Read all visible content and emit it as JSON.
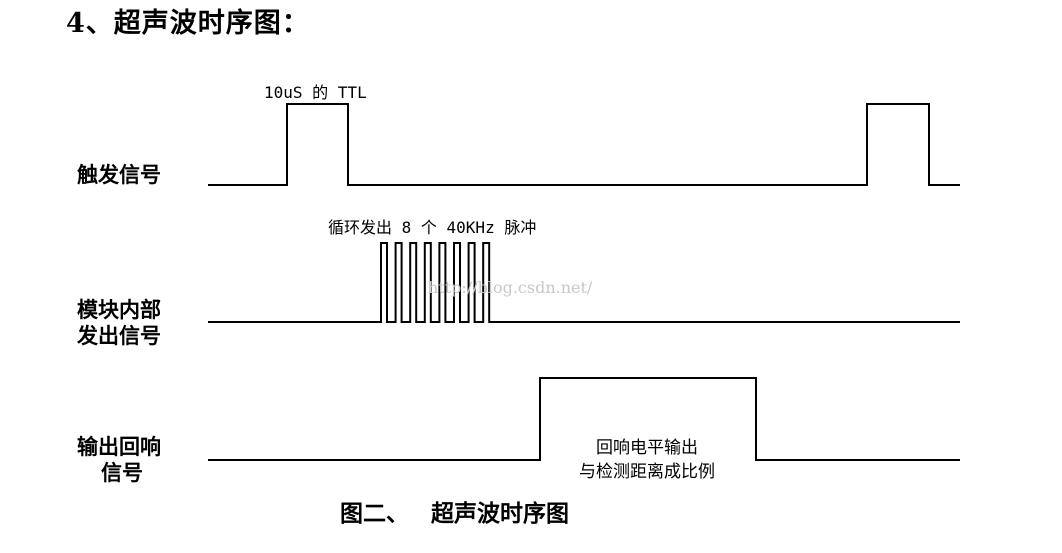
{
  "heading": "4、超声波时序图：",
  "signals": {
    "trigger": {
      "label_lines": [
        "触发信号"
      ]
    },
    "internal": {
      "label_lines": [
        "模块内部",
        "发出信号"
      ]
    },
    "echo": {
      "label_lines": [
        "输出回响",
        "信号"
      ]
    }
  },
  "annotations": {
    "trigger_pulse": "10uS 的 TTL",
    "burst": "循环发出 8 个 40KHz 脉冲",
    "echo_line1": "回响电平输出",
    "echo_line2": "与检测距离成比例"
  },
  "burst_pulse_count": 8,
  "watermark": "http://blog.csdn.net/",
  "caption": {
    "prefix": "图二、",
    "title": "超声波时序图"
  },
  "colors": {
    "line": "#000000",
    "watermark": "#c8c8c8"
  }
}
